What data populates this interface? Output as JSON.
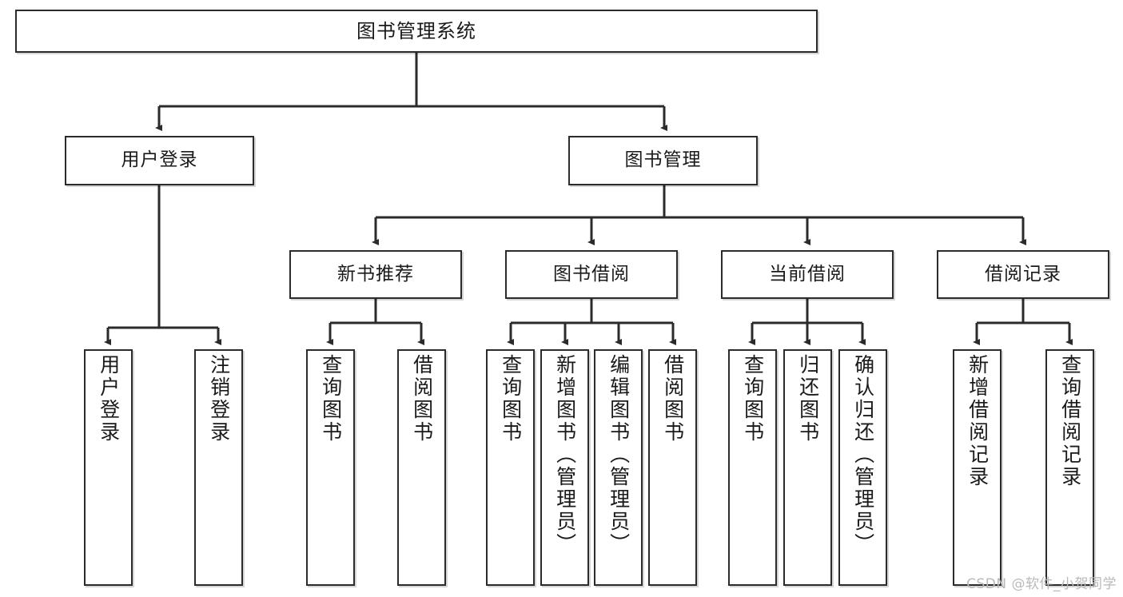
{
  "diagram": {
    "title": "图书管理系统",
    "watermark": "CSDN @软件_小贺同学",
    "colors": {
      "box_border": "#2b2b2b",
      "box_fill": "#ffffff",
      "edge": "#2b2b2b",
      "text": "#1a1a1a",
      "watermark": "#b9b9b9"
    },
    "nodes": {
      "root": "图书管理系统",
      "level2": [
        "用户登录",
        "图书管理"
      ],
      "level3": [
        "新书推荐",
        "图书借阅",
        "当前借阅",
        "借阅记录"
      ],
      "leaves": {
        "user_login": [
          "用户登录",
          "注销登录"
        ],
        "new_book": [
          "查询图书",
          "借阅图书"
        ],
        "book_borrow": [
          "查询图书",
          "新增图书（管理员）",
          "编辑图书（管理员）",
          "借阅图书"
        ],
        "current_borrow": [
          "查询图书",
          "归还图书",
          "确认归还（管理员）"
        ],
        "borrow_record": [
          "新增借阅记录",
          "查询借阅记录"
        ]
      }
    }
  }
}
